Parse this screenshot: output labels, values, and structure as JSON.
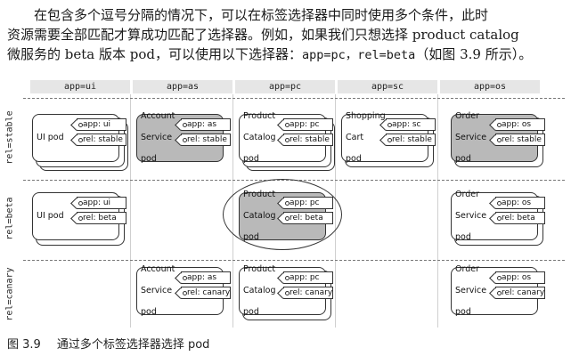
{
  "paragraph": {
    "line1": "在包含多个逗号分隔的情况下，可以在标签选择器中同时使用多个条件，此时",
    "line2": "资源需要全部匹配才算成功匹配了选择器。例如，如果我们只想选择 product catalog",
    "line3_a": "微服务的 beta 版本 pod，可以使用以下选择器：",
    "line3_code": "app=pc，rel=beta",
    "line3_b": "（如图 3.9 所示）。"
  },
  "columns": [
    "app=ui",
    "app=as",
    "app=pc",
    "app=sc",
    "app=os"
  ],
  "rows": [
    "rel=stable",
    "rel=beta",
    "rel=canary"
  ],
  "pods": [
    {
      "name": [
        "UI pod"
      ],
      "app": "app: ui",
      "rel": "rel: stable"
    },
    {
      "name": [
        "Account",
        "Service",
        "pod"
      ],
      "app": "app: as",
      "rel": "rel: stable"
    },
    {
      "name": [
        "Product",
        "Catalog",
        "pod"
      ],
      "app": "app: pc",
      "rel": "rel: stable"
    },
    {
      "name": [
        "Shopping",
        "Cart",
        "pod"
      ],
      "app": "app: sc",
      "rel": "rel: stable"
    },
    {
      "name": [
        "Order",
        "Service",
        "pod"
      ],
      "app": "app: os",
      "rel": "rel: stable"
    },
    {
      "name": [
        "UI pod"
      ],
      "app": "app: ui",
      "rel": "rel: beta"
    },
    {
      "name": [
        "Product",
        "Catalog",
        "pod"
      ],
      "app": "app: pc",
      "rel": "rel: beta"
    },
    {
      "name": [
        "Order",
        "Service",
        "pod"
      ],
      "app": "app: os",
      "rel": "rel: beta"
    },
    {
      "name": [
        "Account",
        "Service",
        "pod"
      ],
      "app": "app: as",
      "rel": "rel: canary"
    },
    {
      "name": [
        "Product",
        "Catalog",
        "pod"
      ],
      "app": "app: pc",
      "rel": "rel: canary"
    },
    {
      "name": [
        "Order",
        "Service",
        "pod"
      ],
      "app": "app: os",
      "rel": "rel: canary"
    }
  ],
  "caption": {
    "number": "图 3.9",
    "text": "通过多个标签选择器选择 pod"
  }
}
